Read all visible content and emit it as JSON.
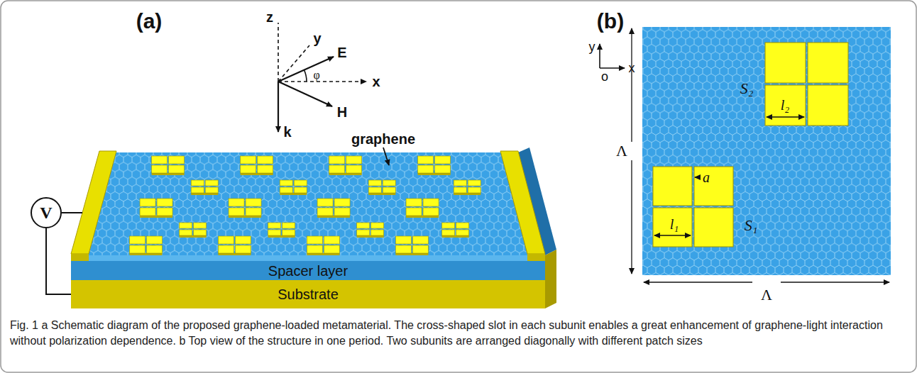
{
  "diagram": {
    "caption": "Fig. 1 a Schematic diagram of the proposed graphene-loaded metamaterial. The cross-shaped slot in each subunit enables a great enhancement of graphene-light interaction without polarization dependence. b Top view of the structure in one period. Two subunits are arranged diagonally with different patch sizes",
    "nodes": [
      {
        "text": [
          "V"
        ]
      },
      {
        "text": [
          "Spacer layer"
        ]
      },
      {
        "text": [
          "Substrate"
        ]
      }
    ],
    "edges": [
      {
        "from": 0,
        "to": 2,
        "arrow": "none"
      }
    ],
    "labels": [
      "(a)",
      "z",
      "y",
      "E",
      "φ",
      "x",
      "H",
      "k",
      "graphene",
      "(b)",
      "y",
      "x",
      "o",
      "S₂",
      "l₂",
      "Λ",
      "a",
      "S₁",
      "l₁",
      "Λ"
    ]
  }
}
